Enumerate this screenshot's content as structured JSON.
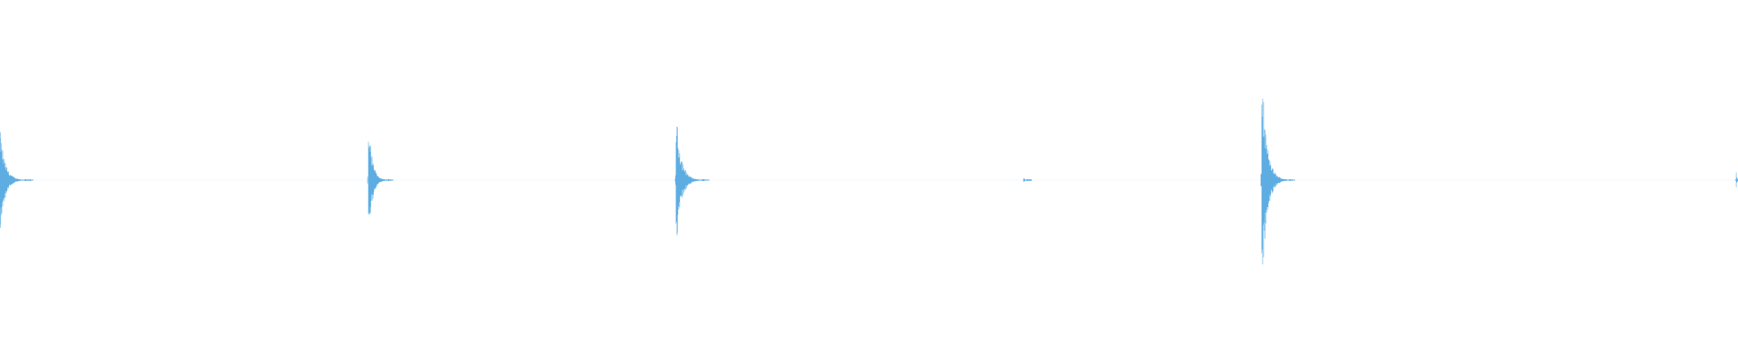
{
  "chart_data": {
    "type": "waveform",
    "color": "#5DADE2",
    "background": "#ffffff",
    "grid": false,
    "axes_visible": false,
    "amplitude_range": [
      -1,
      1
    ],
    "series": [
      {
        "events": [
          {
            "t": 0.0,
            "amplitude": 0.38,
            "decay": 0.016
          },
          {
            "t": 0.212,
            "amplitude": 0.45,
            "decay": 0.012
          },
          {
            "t": 0.389,
            "amplitude": 0.5,
            "decay": 0.016
          },
          {
            "t": 0.589,
            "amplitude": 0.02,
            "decay": 0.004
          },
          {
            "t": 0.726,
            "amplitude": 0.79,
            "decay": 0.016
          },
          {
            "t": 0.999,
            "amplitude": 0.06,
            "decay": 0.003
          }
        ]
      }
    ]
  }
}
